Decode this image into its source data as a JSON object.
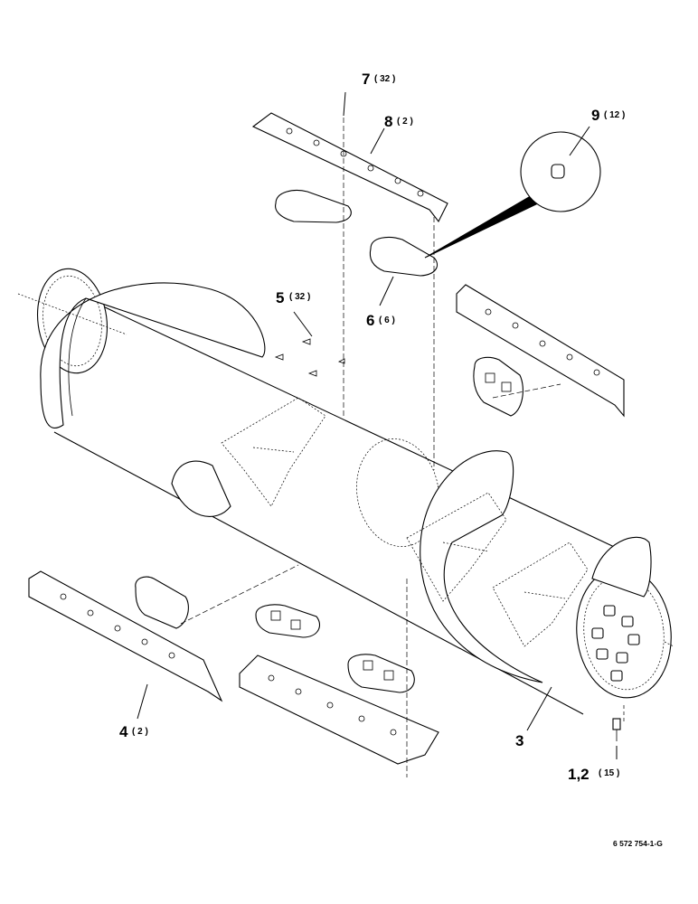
{
  "labels": {
    "p7": {
      "num": "7",
      "qty": "( 32 )"
    },
    "p8": {
      "num": "8",
      "qty": "( 2 )"
    },
    "p9": {
      "num": "9",
      "qty": "( 12 )"
    },
    "p5": {
      "num": "5",
      "qty": "( 32 )"
    },
    "p6": {
      "num": "6",
      "qty": "( 6 )"
    },
    "p4": {
      "num": "4",
      "qty": "( 2 )"
    },
    "p3": {
      "num": "3",
      "qty": ""
    },
    "p12": {
      "num": "1,2",
      "qty": "( 15 )"
    }
  },
  "figure_id": "6 572 754-1-G"
}
